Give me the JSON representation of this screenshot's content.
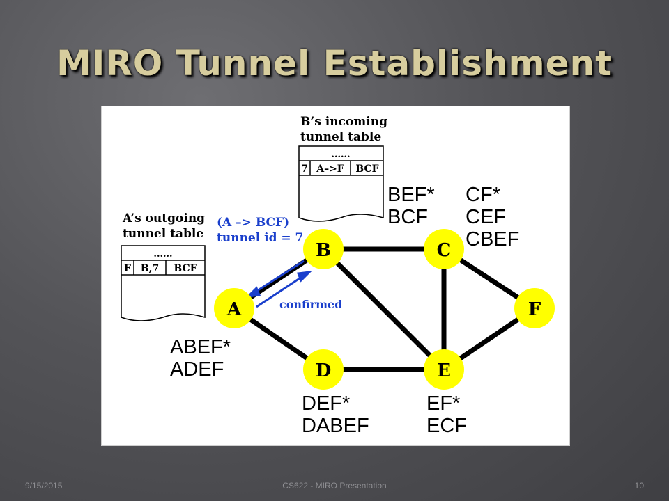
{
  "slide": {
    "title": "MIRO Tunnel Establishment",
    "footer_date": "9/15/2015",
    "footer_center": "CS622 - MIRO Presentation",
    "footer_page": "10"
  },
  "diagram": {
    "b_table_caption_1": "B’s incoming",
    "b_table_caption_2": "tunnel table",
    "b_table_dots": "......",
    "b_table_row": [
      "7",
      "A–>F",
      "BCF"
    ],
    "a_table_caption_1": "A’s outgoing",
    "a_table_caption_2": "tunnel table",
    "a_table_dots": "......",
    "a_table_row": [
      "F",
      "B,7",
      "BCF"
    ],
    "request_line_1": "(A –> BCF)",
    "request_line_2": "tunnel id = 7",
    "confirmed_label": "confirmed",
    "nodes": [
      "A",
      "B",
      "C",
      "D",
      "E",
      "F"
    ],
    "paths": {
      "A": [
        "ABEF*",
        "ADEF"
      ],
      "B": [
        "BEF*",
        "BCF"
      ],
      "C": [
        "CF*",
        "CEF",
        "CBEF"
      ],
      "D": [
        "DEF*",
        "DABEF"
      ],
      "E": [
        "EF*",
        "ECF"
      ]
    },
    "colors": {
      "node_fill": "#ffff00",
      "annotation_blue": "#1a3fcc",
      "edge": "#000000"
    }
  }
}
